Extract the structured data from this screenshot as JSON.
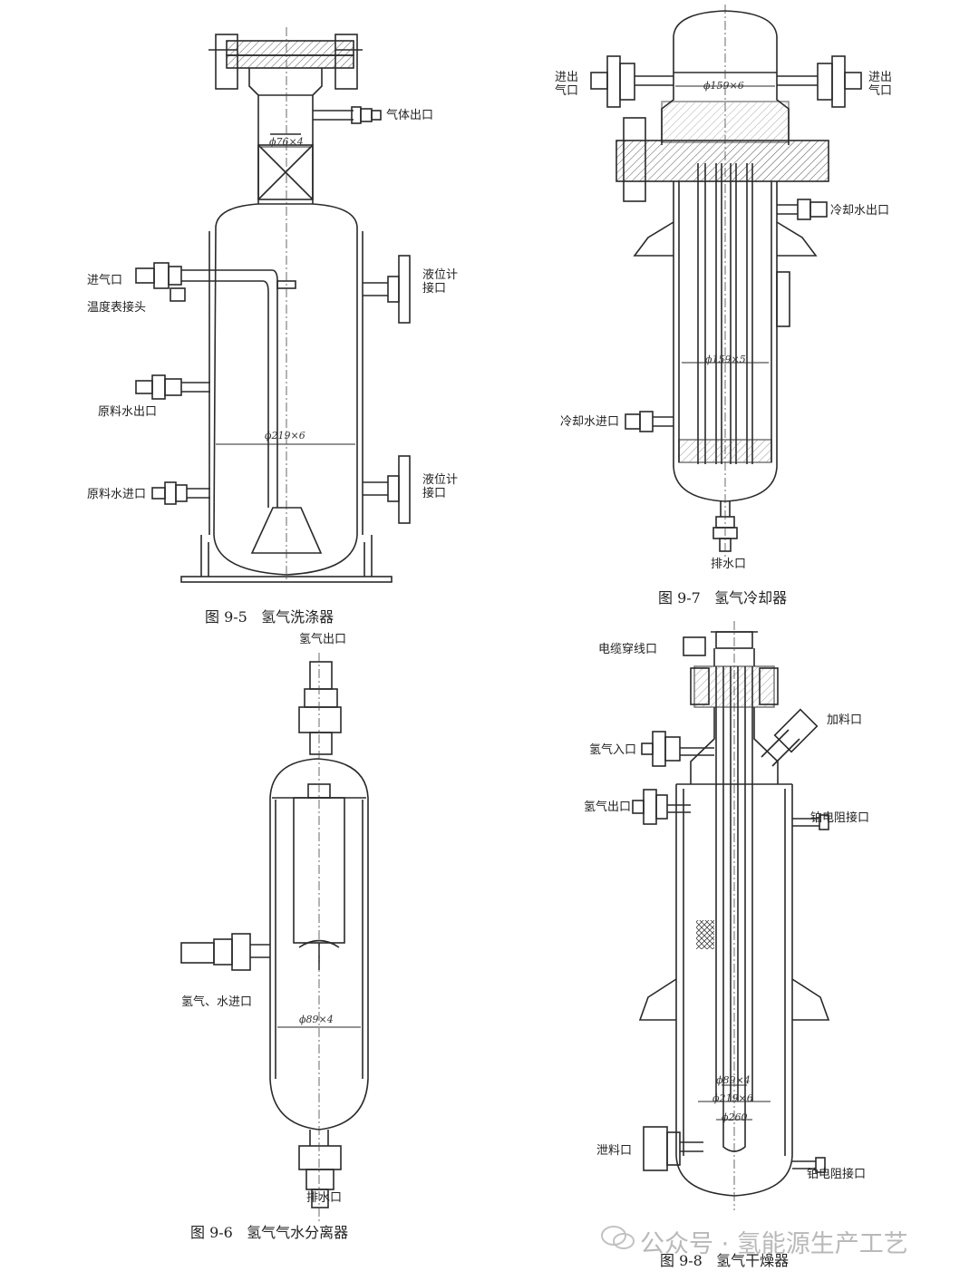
{
  "figures": [
    {
      "id": "fig5",
      "caption": "图 9-5   氢气洗涤器",
      "labels": [
        "气体出口",
        "进气口",
        "温度表接头",
        "原料水出口",
        "原料水进口",
        "液位计\n接口",
        "液位计\n接口"
      ],
      "dims": [
        "ϕ76×4",
        "ϕ219×6"
      ]
    },
    {
      "id": "fig7",
      "caption": "图 9-7   氢气冷却器",
      "labels": [
        "进出\n气口",
        "进出\n气口",
        "冷却水出口",
        "冷却水进口",
        "排水口"
      ],
      "dims": [
        "ϕ159×6",
        "ϕ159×5"
      ]
    },
    {
      "id": "fig6",
      "caption": "图 9-6   氢气气水分离器",
      "labels": [
        "氢气出口",
        "氢气、水进口",
        "排水口"
      ],
      "dims": [
        "ϕ89×4"
      ]
    },
    {
      "id": "fig8",
      "caption": "图 9-8   氢气干燥器",
      "labels": [
        "电缆穿线口",
        "加料口",
        "氢气入口",
        "氢气出口",
        "铂电阻接口",
        "泄料口",
        "铂电阻接口"
      ],
      "dims": [
        "ϕ89×4",
        "ϕ219×6",
        "ϕ260"
      ]
    }
  ],
  "watermark": "公众号 · 氢能源生产工艺",
  "colors": {
    "line": "#2a2a2a",
    "hatch": "#555555",
    "watermark": "#b9b9b9"
  }
}
